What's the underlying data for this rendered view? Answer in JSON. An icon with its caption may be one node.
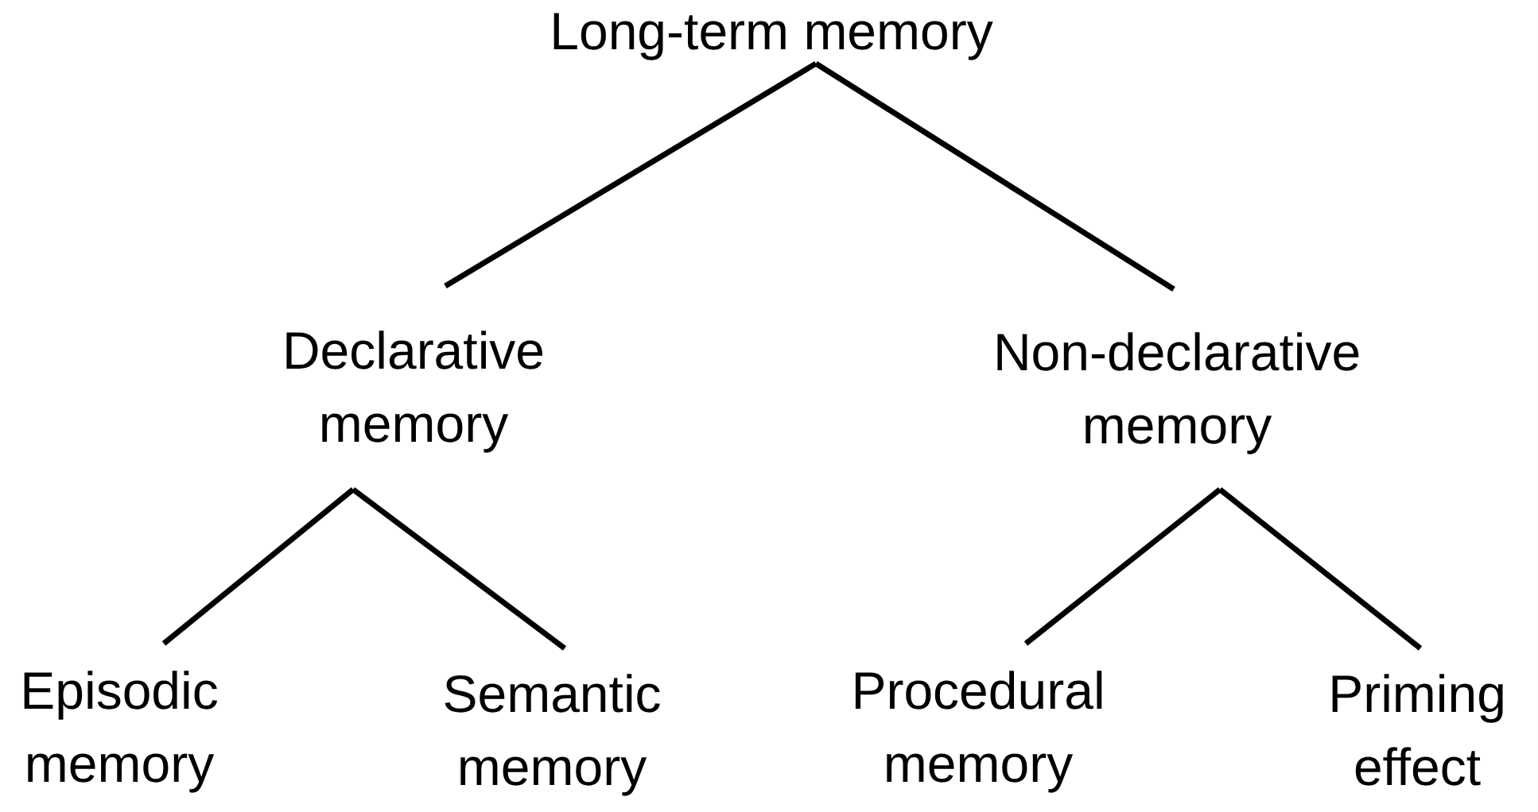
{
  "diagram": {
    "nodes": [
      {
        "text": [
          "Long-term memory"
        ]
      },
      {
        "text": [
          "Declarative memory"
        ]
      },
      {
        "text": [
          "Non-declarative memory"
        ]
      },
      {
        "text": [
          "Episodic memory"
        ]
      },
      {
        "text": [
          "Semantic memory"
        ]
      },
      {
        "text": [
          "Procedural memory"
        ]
      },
      {
        "text": [
          "Priming effect"
        ]
      }
    ],
    "edges": [
      {
        "from": 0,
        "to": 1,
        "arrow": "none"
      },
      {
        "from": 0,
        "to": 2,
        "arrow": "none"
      },
      {
        "from": 1,
        "to": 3,
        "arrow": "none"
      },
      {
        "from": 1,
        "to": 4,
        "arrow": "none"
      },
      {
        "from": 2,
        "to": 5,
        "arrow": "none"
      },
      {
        "from": 2,
        "to": 6,
        "arrow": "none"
      }
    ]
  }
}
